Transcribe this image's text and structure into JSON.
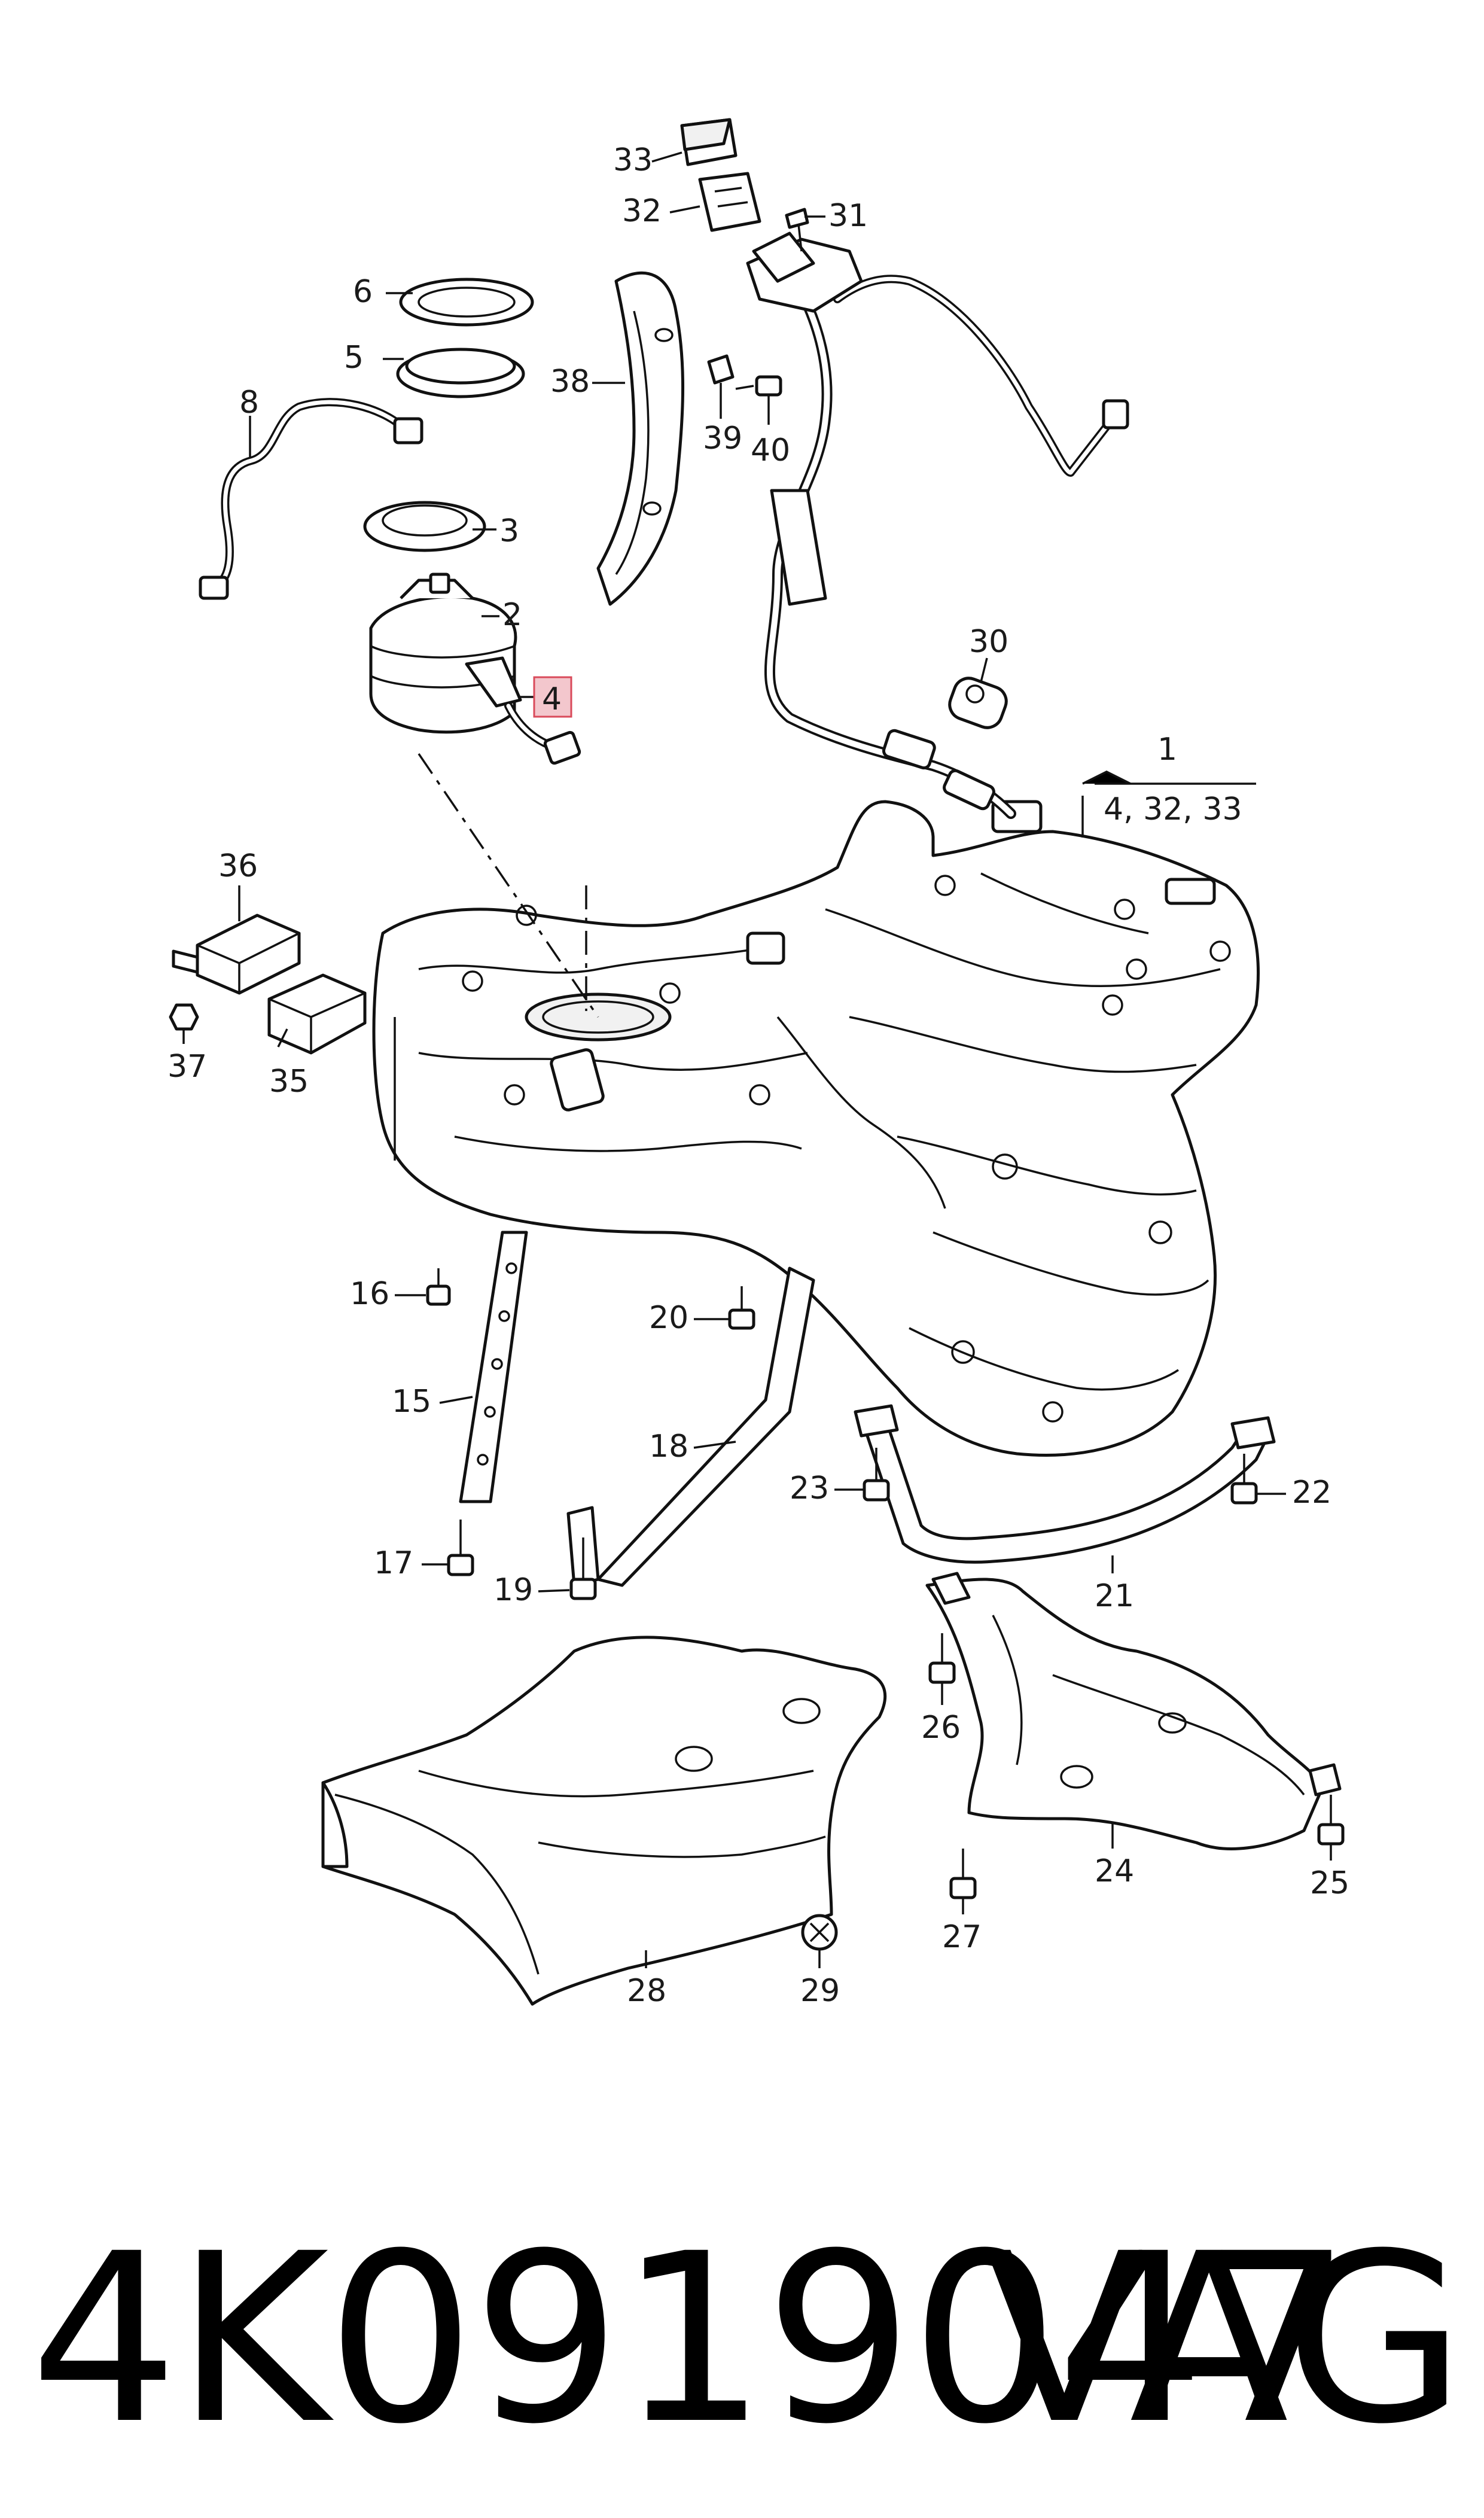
{
  "diagram": {
    "callouts": {
      "c1": "1",
      "c1_sub": "4, 32, 33",
      "c2": "2",
      "c3": "3",
      "c4": "4",
      "c5": "5",
      "c6": "6",
      "c8": "8",
      "c15": "15",
      "c16": "16",
      "c17": "17",
      "c18": "18",
      "c19": "19",
      "c20": "20",
      "c21": "21",
      "c22": "22",
      "c23": "23",
      "c24": "24",
      "c25": "25",
      "c26": "26",
      "c27": "27",
      "c28": "28",
      "c29": "29",
      "c30": "30",
      "c31": "31",
      "c32": "32",
      "c33": "33",
      "c35": "35",
      "c36": "36",
      "c37": "37",
      "c38": "38",
      "c39": "39",
      "c40": "40"
    },
    "highlight_color": "#f3c7cd",
    "highlight_border": "#d94a5a"
  },
  "footer": {
    "part_number": "4K0919047",
    "brand": "VAG"
  }
}
